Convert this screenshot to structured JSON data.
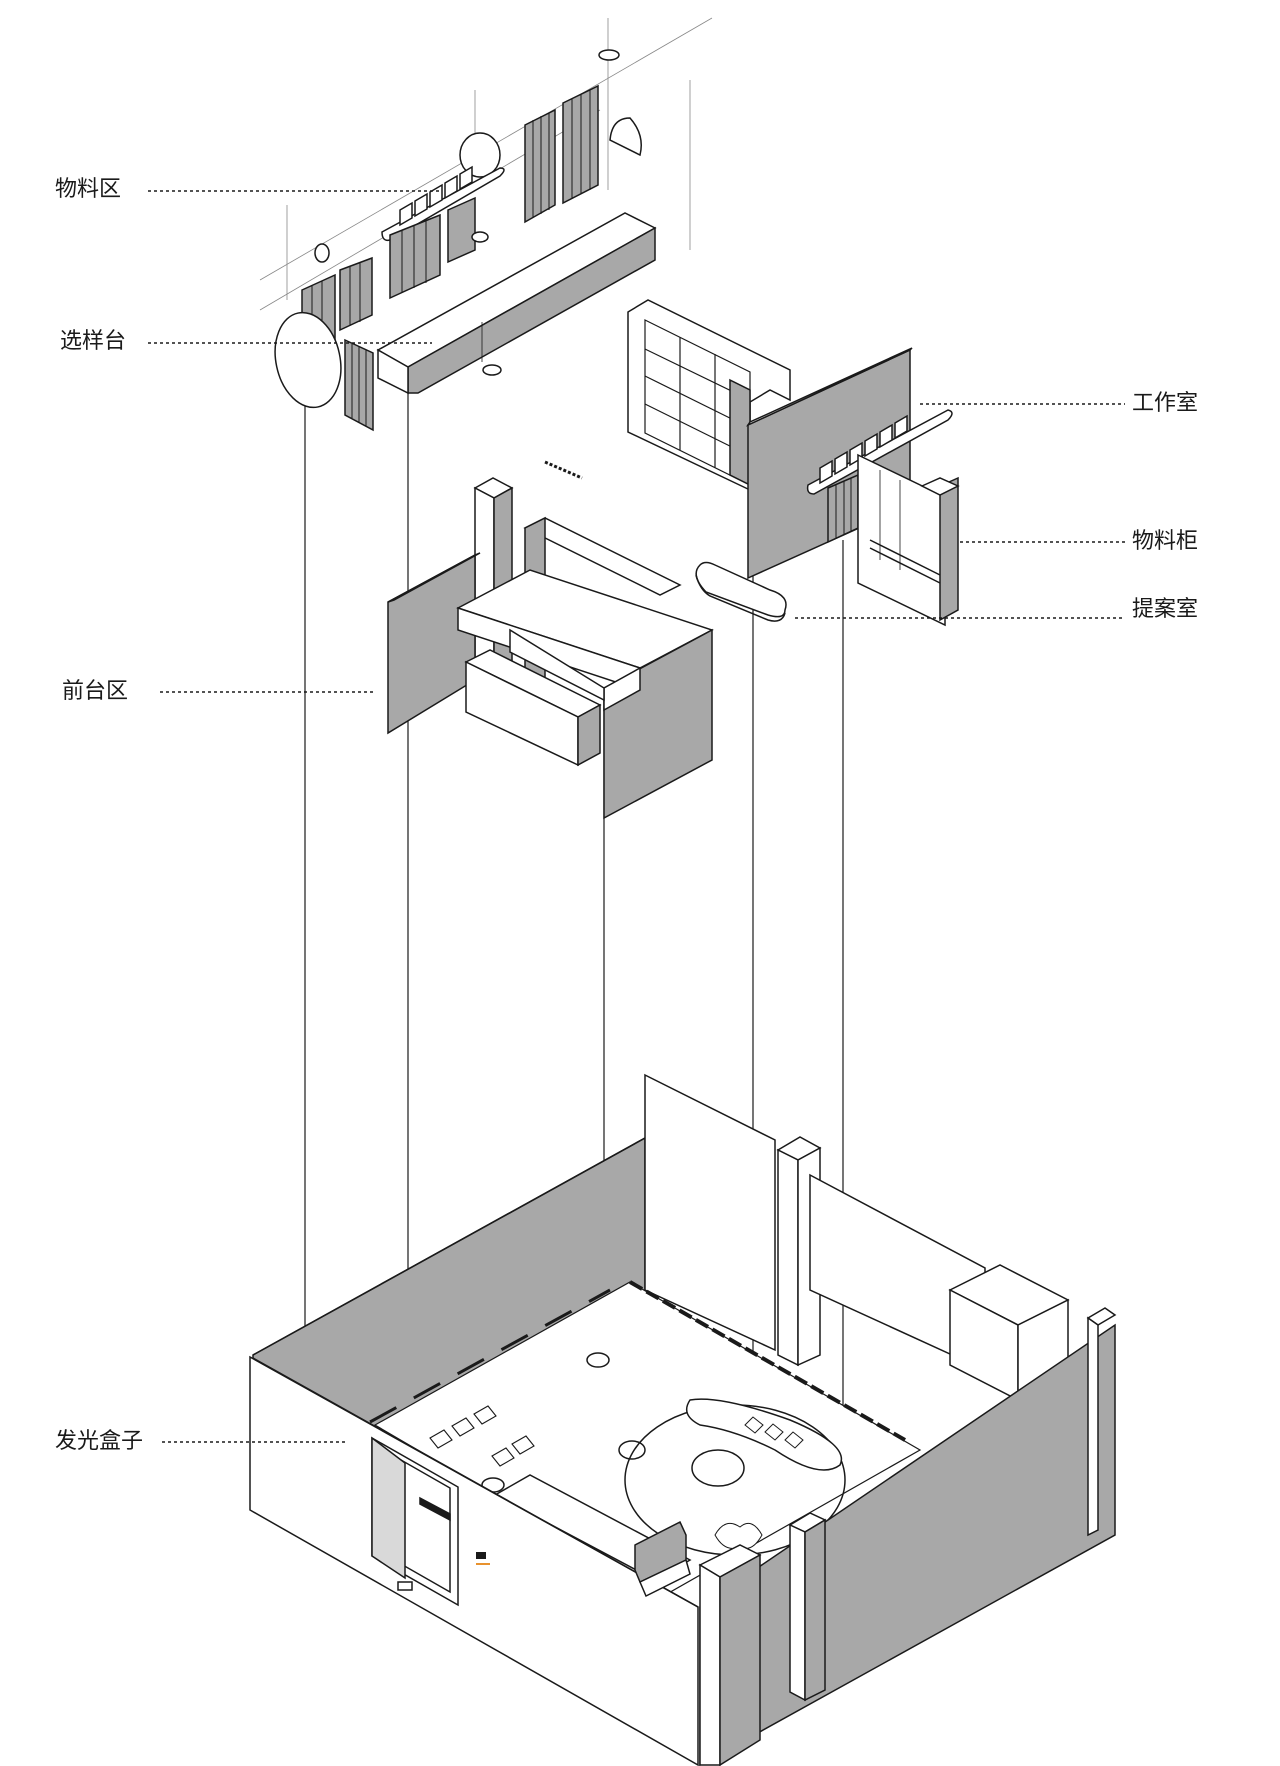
{
  "labels": {
    "material_area": "物料区",
    "sample_table": "选样台",
    "studio": "工作室",
    "material_cabinet": "物料柜",
    "proposal_room": "提案室",
    "reception_area": "前台区",
    "light_box": "发光盒子"
  },
  "colors": {
    "wall_gray": "#a8a8a8",
    "line": "#1a1a1a",
    "face_white": "#ffffff",
    "accent_orange": "#e8922e"
  }
}
